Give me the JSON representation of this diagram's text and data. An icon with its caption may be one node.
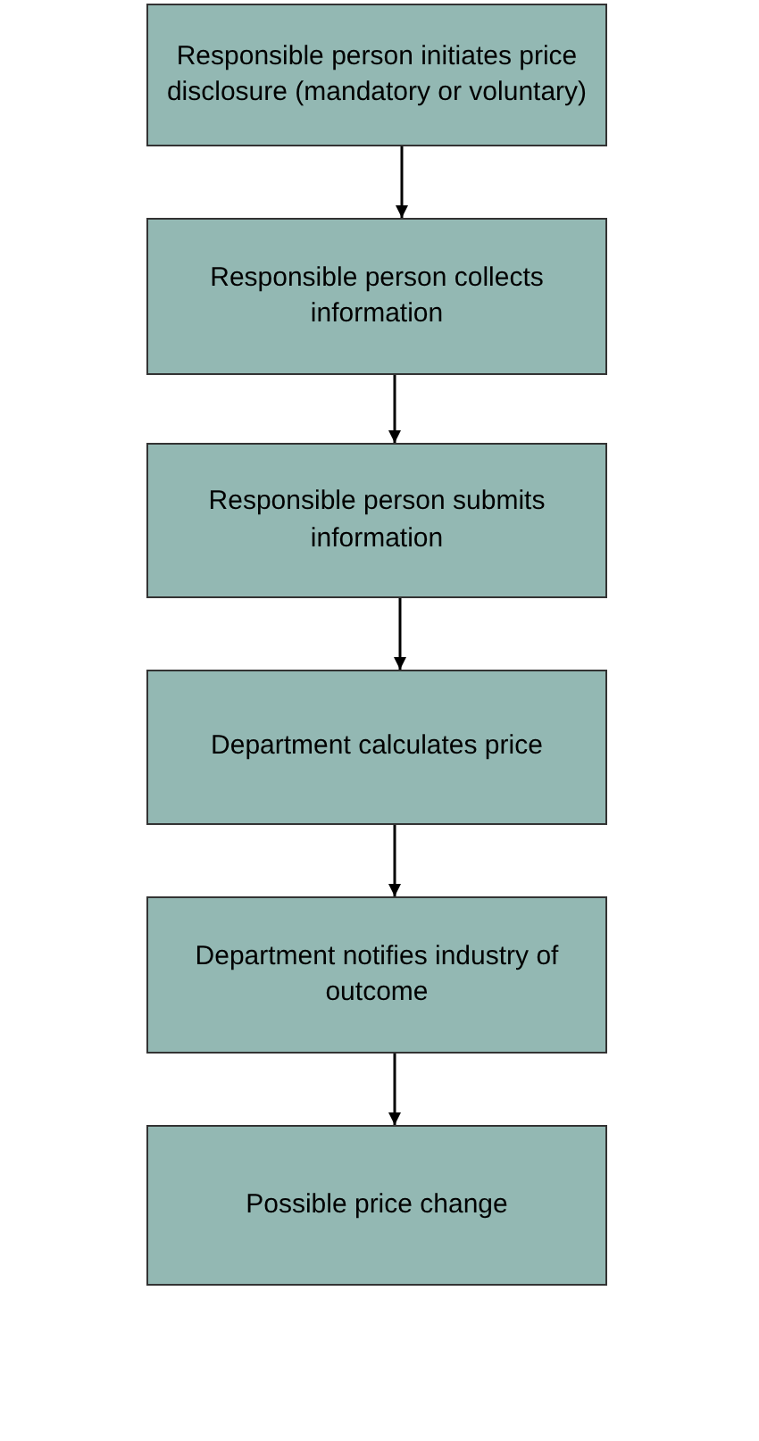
{
  "diagram": {
    "nodes": [
      {
        "text": [
          "Responsible person initiates price disclosure (mandatory or voluntary)"
        ]
      },
      {
        "text": [
          "Responsible person collects information"
        ]
      },
      {
        "text": [
          "Responsible person submits information"
        ]
      },
      {
        "text": [
          "Department calculates price"
        ]
      },
      {
        "text": [
          "Department notifies industry of outcome"
        ]
      },
      {
        "text": [
          "Possible price change"
        ]
      }
    ],
    "edges": [
      {
        "from": 0,
        "to": 1,
        "arrow": "to"
      },
      {
        "from": 1,
        "to": 2,
        "arrow": "to"
      },
      {
        "from": 2,
        "to": 3,
        "arrow": "to"
      },
      {
        "from": 3,
        "to": 4,
        "arrow": "to"
      },
      {
        "from": 4,
        "to": 5,
        "arrow": "to"
      }
    ]
  }
}
